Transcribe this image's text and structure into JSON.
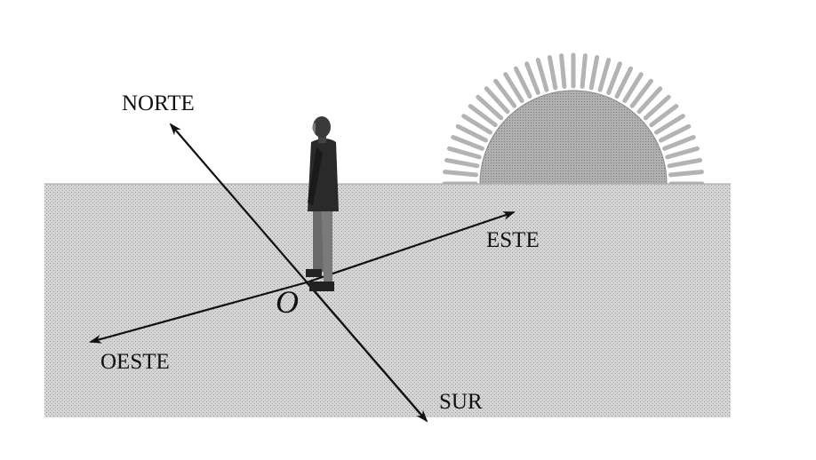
{
  "labels": {
    "north": "NORTE",
    "east": "ESTE",
    "west": "OESTE",
    "south": "SUR",
    "origin": "O"
  },
  "colors": {
    "ground": "#cfcfcf",
    "sun": "#a9a9a9",
    "sun_rays": "#b3b3b3",
    "ink": "#111111"
  },
  "icons": [
    "person-figure",
    "sun-rising"
  ]
}
